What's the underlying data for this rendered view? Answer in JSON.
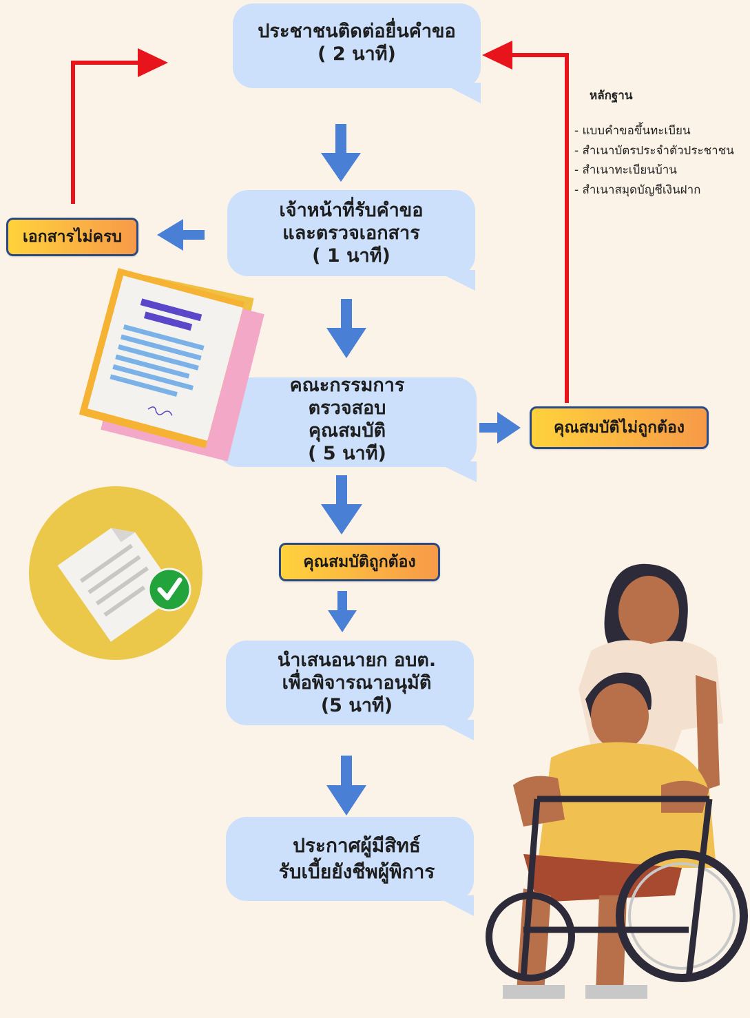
{
  "steps": [
    {
      "lines": [
        "ประชาชนติดต่อยื่นคำขอ",
        "( 2 นาที)"
      ]
    },
    {
      "lines": [
        "เจ้าหน้าที่รับคำขอ",
        "และตรวจเอกสาร",
        "( 1 นาที)"
      ]
    },
    {
      "lines": [
        "คณะกรรมการ",
        "ตรวจสอบ",
        "คุณสมบัติ",
        "( 5 นาที)"
      ]
    },
    {
      "lines": [
        "นำเสนอนายก อบต.",
        "เพื่อพิจารณาอนุมัติ",
        "(5 นาที)"
      ]
    },
    {
      "lines": [
        "ประกาศผู้มีสิทธ์",
        "รับเบี้ยยังชีพผู้พิการ"
      ]
    }
  ],
  "tags": {
    "incomplete_docs": "เอกสารไม่ครบ",
    "not_qualified": "คุณสมบัติไม่ถูกต้อง",
    "qualified": "คุณสมบัติถูกต้อง"
  },
  "evidence": {
    "title": "หลักฐาน",
    "items": [
      "- แบบคำขอขึ้นทะเบียน",
      "- สำเนาบัตรประจำตัวประชาชน",
      "- สำเนาทะเบียนบ้าน",
      "- สำเนาสมุดบัญชีเงินฝาก"
    ]
  },
  "colors": {
    "background": "#fbf3e8",
    "bubble": "#cce0fb",
    "flow_arrow": "#4a7fd6",
    "return_arrow": "#e8141c",
    "tag_border": "#2a4a86",
    "tag_gradient_start": "#ffd23c",
    "tag_gradient_end": "#f79a48"
  }
}
